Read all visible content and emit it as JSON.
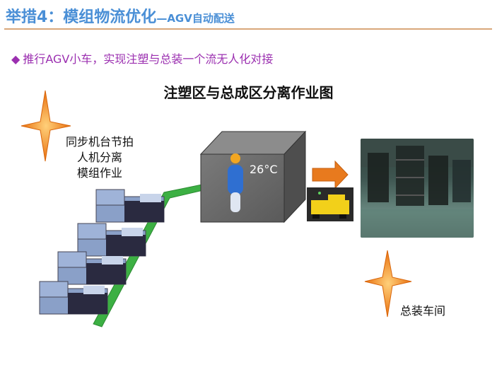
{
  "header": {
    "title_main": "举措4：模组物流优化",
    "title_sub": "—AGV自动配送"
  },
  "bullet": {
    "marker": "◆",
    "text": "推行AGV小车，实现注塑与总装一个流无人化对接"
  },
  "diagram": {
    "heading": "注塑区与总成区分离作业图",
    "left_lines": [
      "同步机台节拍",
      "人机分离",
      "模组作业"
    ],
    "temperature": "26°C",
    "right_label": "总装车间"
  },
  "colors": {
    "title": "#4a8fd6",
    "bullet": "#9b2fb0",
    "rule": "#d9a77a",
    "arrow_green": "#3cb043",
    "star_orange": "#f08a1c",
    "arrow_orange": "#e87a1e"
  },
  "icons": {
    "star": "four-point-star-icon",
    "arrow": "right-arrow-icon",
    "worker": "worker-icon"
  }
}
